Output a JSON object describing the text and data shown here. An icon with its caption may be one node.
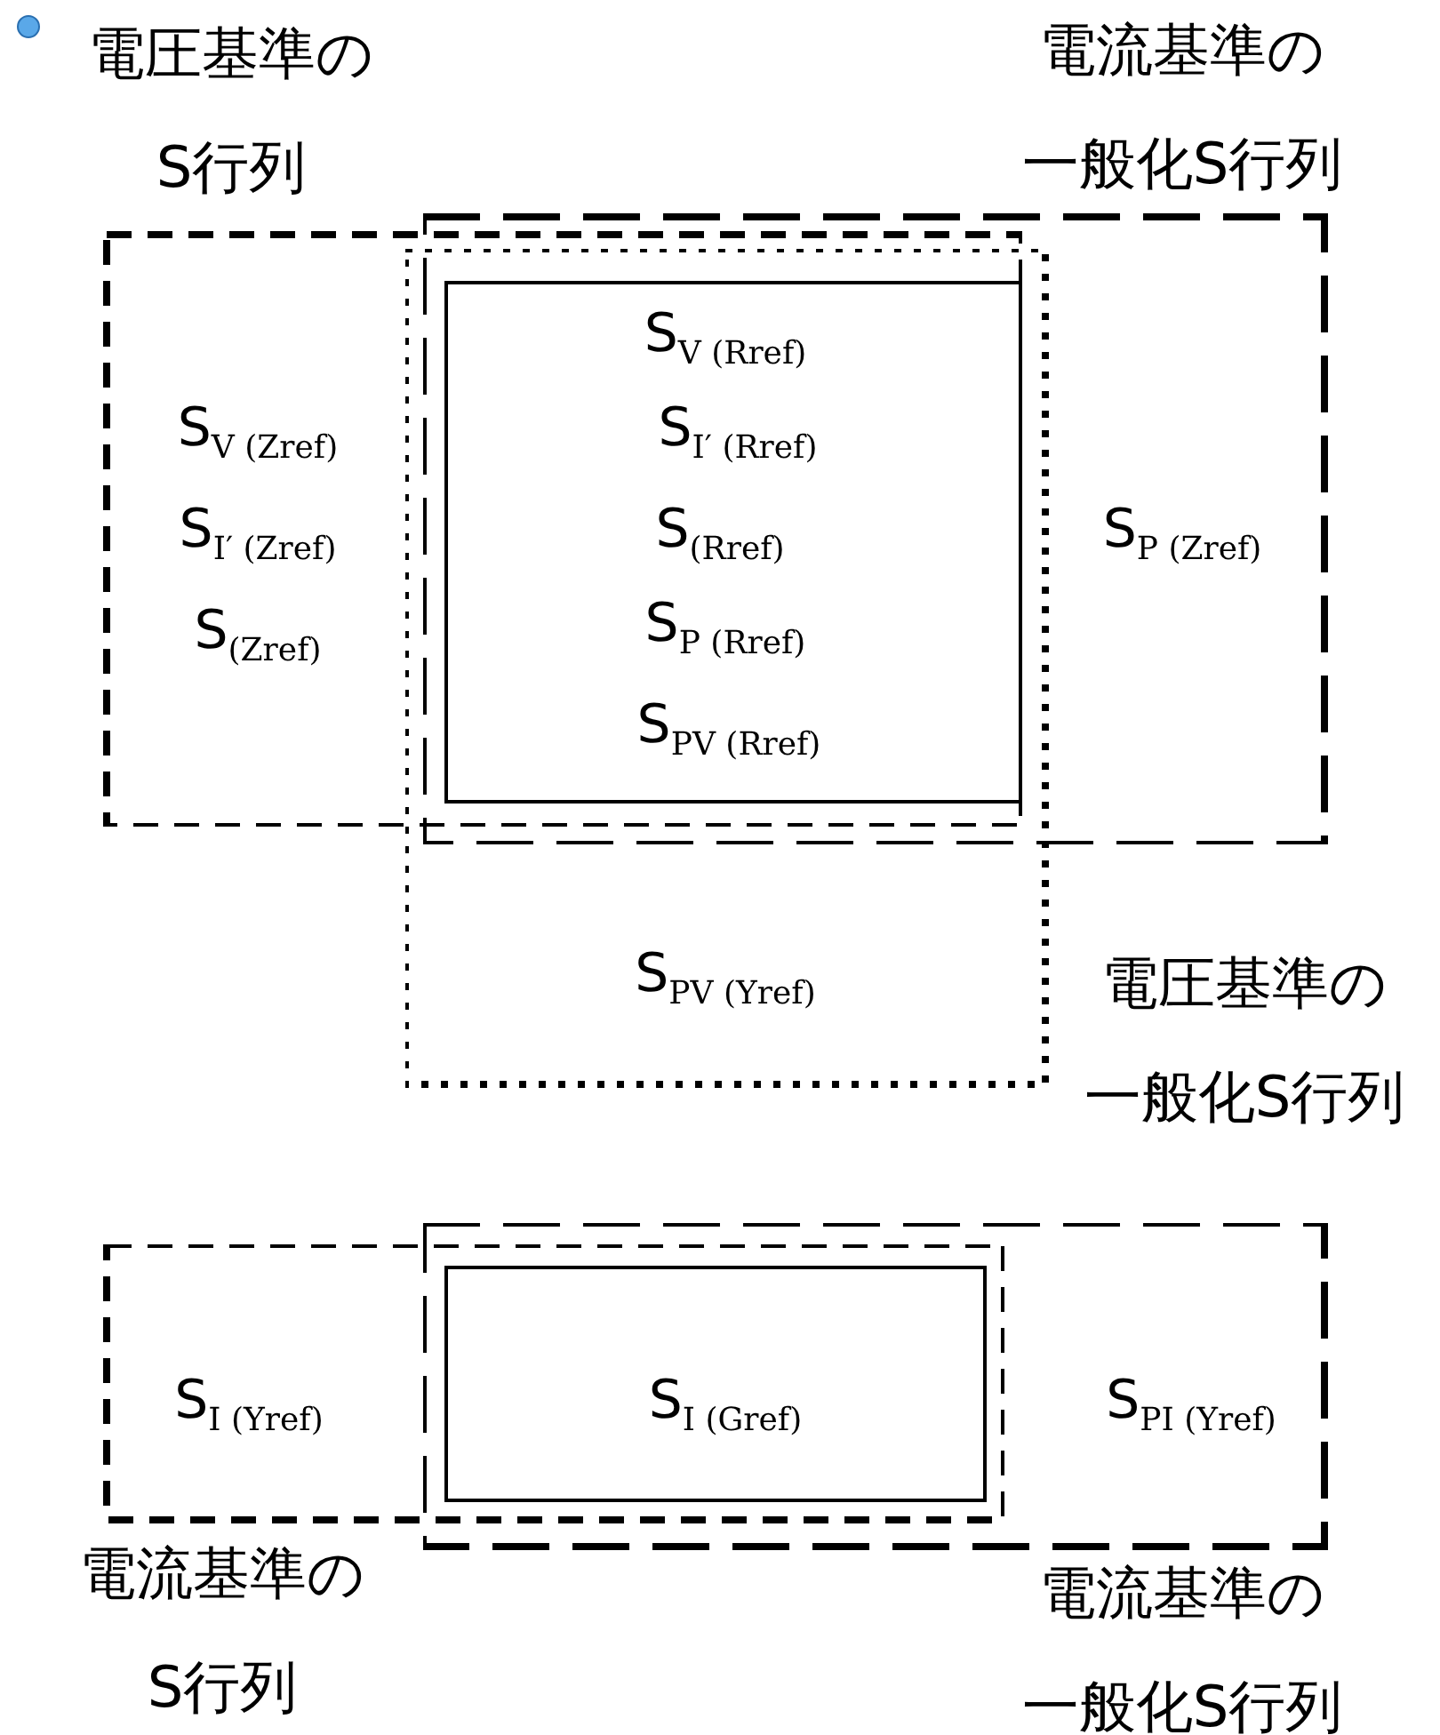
{
  "diagram": {
    "nodes": [
      {
        "text": [
          "電圧基準のS行列",
          "S$_{V (Zref)}$",
          "S$_{I′ (Zref)}$",
          "S$_{(Zref)}$"
        ]
      },
      {
        "text": [
          "電流基準の一般化S行列",
          "S$_{P (Zref)}$"
        ]
      },
      {
        "text": [
          "S$_{PV (Yref)}$",
          "電圧基準の一般化S行列"
        ]
      },
      {
        "text": [
          "S$_{V (Rref)}$",
          "S$_{I′ (Rref)}$",
          "S$_{(Rref)}$",
          "S$_{P (Rref)}$",
          "S$_{PV (Rref)}$"
        ]
      },
      {
        "text": [
          "S$_{I (Yref)}$",
          "電流基準のS行列"
        ]
      },
      {
        "text": [
          "S$_{PI (Yref)}$",
          "電流基準の一般化S行列"
        ]
      },
      {
        "text": [
          "S$_{I (Gref)}$"
        ]
      }
    ]
  }
}
